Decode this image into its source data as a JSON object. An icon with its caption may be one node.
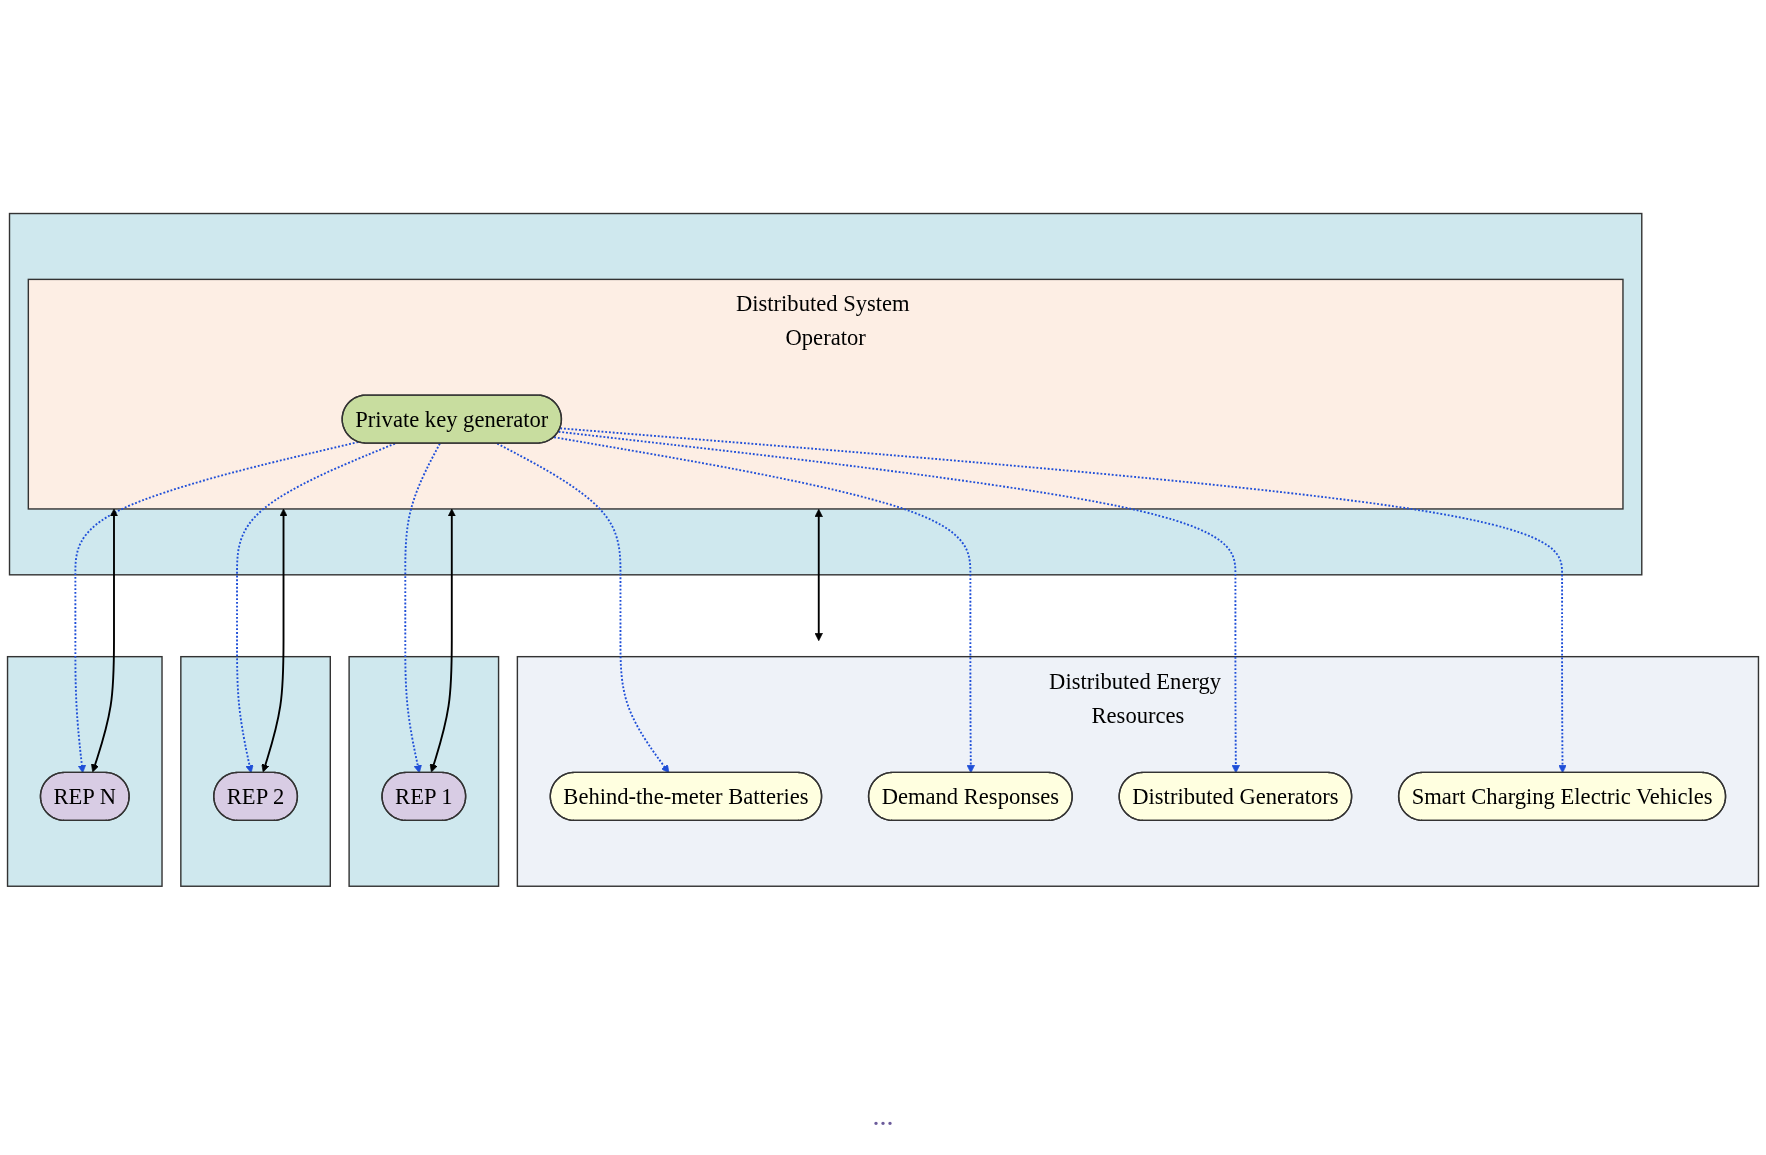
{
  "diagram": {
    "nodes": [
      {
        "text": [
          "Distributed Energy Resources"
        ]
      },
      {
        "text": [
          "Behind-the-meter Batteries"
        ],
        "in": 0
      },
      {
        "text": [
          "Demand Responses"
        ],
        "in": 0
      },
      {
        "text": [
          "Distributed Generators"
        ],
        "in": 0
      },
      {
        "text": [
          "Smart Charging Electric Vehicles"
        ],
        "in": 0
      },
      {
        "text": [],
        "shape": "cloud"
      },
      {
        "text": [
          "Distributed System Operator"
        ],
        "in": 5
      },
      {
        "text": [
          "Private key generator"
        ],
        "in": 6
      },
      {
        "text": [],
        "shape": "cloud"
      },
      {
        "text": [
          "REP 1"
        ],
        "in": 8
      },
      {
        "text": [],
        "shape": "cloud"
      },
      {
        "text": [
          "REP 2"
        ],
        "in": 10
      },
      {
        "text": [],
        "shape": "cloud"
      },
      {
        "text": [
          "REP N"
        ],
        "in": 12
      }
    ],
    "edges": [
      {
        "from": 7,
        "to": 1,
        "arrow": "to",
        "style": "dashed",
        "color": "#1f4fd8"
      },
      {
        "from": 7,
        "to": 2,
        "arrow": "to",
        "style": "dashed",
        "color": "#1f4fd8"
      },
      {
        "from": 7,
        "to": 3,
        "arrow": "to",
        "style": "dashed",
        "color": "#1f4fd8"
      },
      {
        "from": 7,
        "to": 4,
        "arrow": "to",
        "style": "dashed",
        "color": "#1f4fd8"
      },
      {
        "from": 6,
        "to": 0,
        "arrow": "both",
        "color": "#000000"
      },
      {
        "from": 7,
        "to": 9,
        "arrow": "to",
        "style": "dashed",
        "color": "#1f4fd8"
      },
      {
        "from": 7,
        "to": 11,
        "arrow": "to",
        "style": "dashed",
        "color": "#1f4fd8"
      },
      {
        "from": 7,
        "to": 13,
        "arrow": "to",
        "style": "dashed",
        "color": "#1f4fd8"
      },
      {
        "from": 9,
        "to": 6,
        "arrow": "both",
        "color": "#000000"
      },
      {
        "from": 11,
        "to": 6,
        "arrow": "both",
        "color": "#000000"
      },
      {
        "from": 13,
        "to": 6,
        "arrow": "both",
        "color": "#000000"
      }
    ],
    "labels": [
      "..."
    ]
  }
}
